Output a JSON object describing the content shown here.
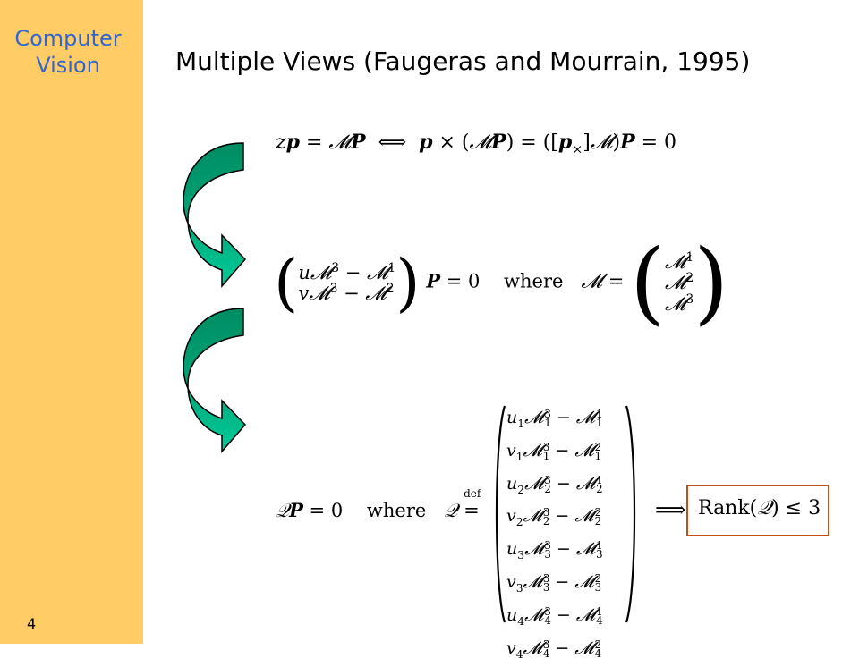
{
  "sidebar": {
    "title_line1": "Computer",
    "title_line2": "Vision",
    "page_number": "4",
    "background_color": "#ffcc66",
    "title_color": "#3366cc"
  },
  "slide": {
    "title": "Multiple Views (Faugeras and Mourrain, 1995)"
  },
  "equations": {
    "eq1": "zp = 𝓜P ⟺ p × (𝓜P) = ([p×]𝓜)P = 0",
    "eq2_matrix_rows": [
      "u𝓜³ − 𝓜¹",
      "v𝓜³ − 𝓜²"
    ],
    "eq2_where": "where",
    "eq2_m_rows": [
      "𝓜¹",
      "𝓜²",
      "𝓜³"
    ],
    "eq3_lhs": "QP = 0",
    "eq3_where": "where",
    "eq3_def": "def",
    "eq3_rows": [
      {
        "u": "u",
        "i": "1",
        "k": "1"
      },
      {
        "u": "v",
        "i": "1",
        "k": "2"
      },
      {
        "u": "u",
        "i": "2",
        "k": "1"
      },
      {
        "u": "v",
        "i": "2",
        "k": "2"
      },
      {
        "u": "u",
        "i": "3",
        "k": "1"
      },
      {
        "u": "v",
        "i": "3",
        "k": "2"
      },
      {
        "u": "u",
        "i": "4",
        "k": "1"
      },
      {
        "u": "v",
        "i": "4",
        "k": "2"
      }
    ],
    "rank_text": "Rank(Q) ≤ 3"
  },
  "colors": {
    "arrow_dark": "#008c62",
    "arrow_light": "#00cc99",
    "rank_box_border": "#c0501a"
  },
  "icons": [
    "curved-arrow-icon",
    "curved-arrow-icon"
  ]
}
